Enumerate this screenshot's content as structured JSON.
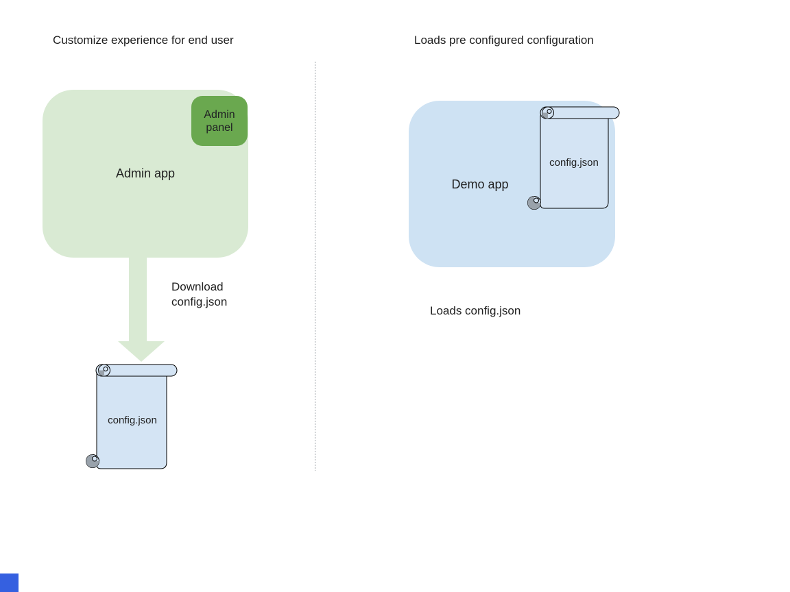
{
  "colors": {
    "light_green": "#d9ead3",
    "medium_green": "#6aa84f",
    "light_blue_box": "#cee2f3",
    "light_blue_scroll": "#d4e4f4",
    "curl_gray": "#99a2ab",
    "divider_gray": "#9aa0a6",
    "corner_blue": "#3560e0"
  },
  "left": {
    "title": "Customize experience for end user",
    "admin_app_label": "Admin app",
    "admin_panel_label": "Admin panel",
    "arrow_caption": "Download config.json",
    "config_label": "config.json"
  },
  "right": {
    "title": "Loads pre configured configuration",
    "demo_app_label": "Demo app",
    "config_label": "config.json",
    "caption": "Loads config.json"
  }
}
